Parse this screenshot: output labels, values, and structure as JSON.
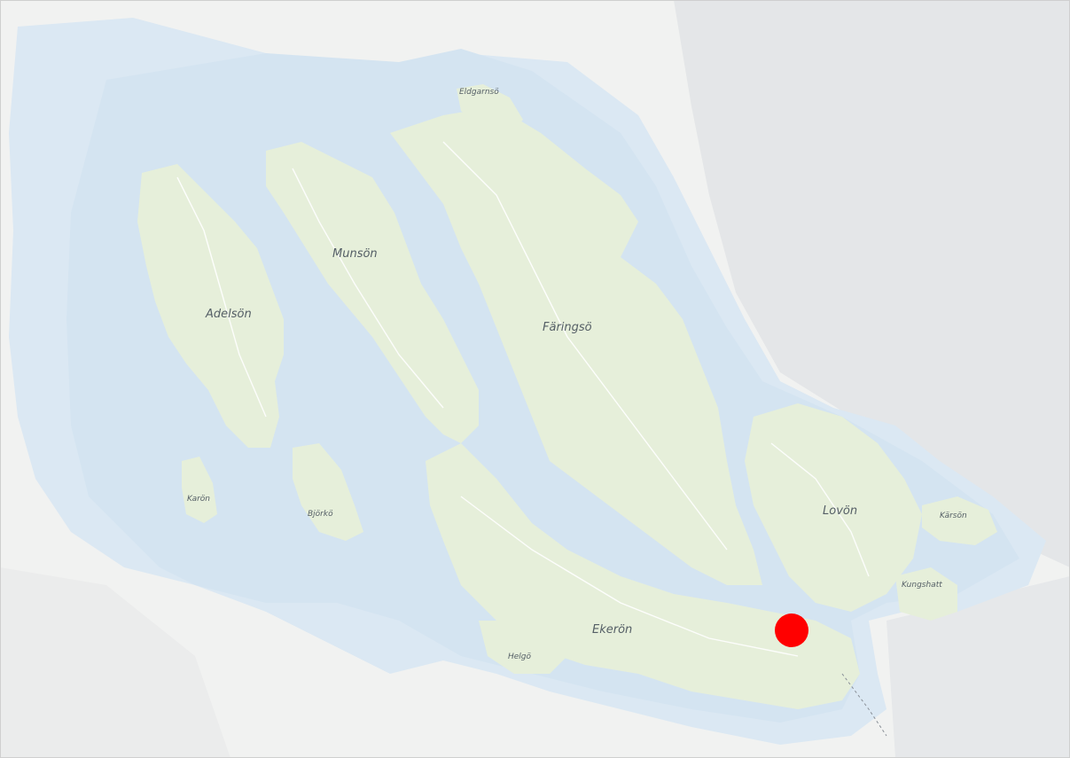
{
  "colors": {
    "water": "#dbe8f3",
    "water_deep": "#cfe1f0",
    "land_island": "#e6efda",
    "land_other": "#f1f2f1",
    "urban": "#e4e6e8",
    "marker": "#ff0000"
  },
  "labels": {
    "adelson": "Adelsön",
    "munson": "Munsön",
    "faringso": "Färingsö",
    "lovon": "Lovön",
    "ekeron": "Ekerön",
    "eldgarnso": "Eldgarnsö",
    "karon": "Karön",
    "bjorko": "Björkö",
    "helgo": "Helgö",
    "karsön": "Kärsön",
    "kungshatt": "Kungshatt"
  },
  "marker": {
    "icon": "location-dot-icon",
    "color": "#ff0000"
  }
}
